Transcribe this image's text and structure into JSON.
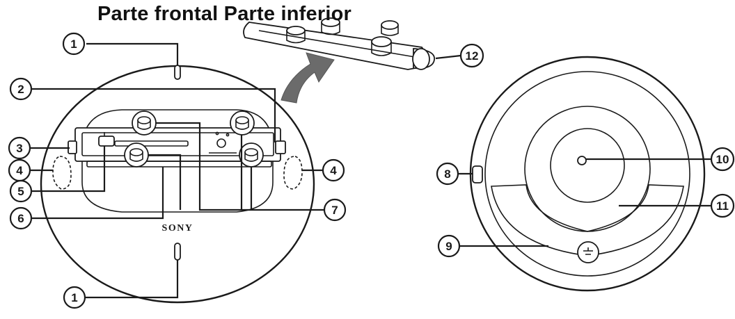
{
  "diagram": {
    "title": "Parte frontal Parte inferior",
    "brand": "SONY",
    "callouts": [
      "1",
      "2",
      "3",
      "4",
      "5",
      "6",
      "7",
      "8",
      "9",
      "10",
      "11",
      "12",
      "1",
      "4"
    ],
    "colors": {
      "line": "#1a1a1a",
      "arrow": "#6b6b6b",
      "background": "#ffffff"
    }
  }
}
